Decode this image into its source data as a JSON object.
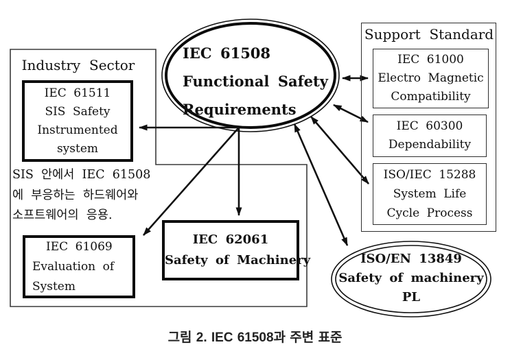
{
  "diagram": {
    "center_ellipse": {
      "lines": [
        "IEC 61508",
        "Functional Safety",
        "Requirements"
      ]
    },
    "industry_sector": {
      "title": "Industry Sector",
      "iec61511": {
        "lines": [
          "IEC 61511",
          "SIS Safety",
          "Instrumented",
          "system"
        ]
      },
      "korean_note": {
        "lines": [
          "SIS 안에서 IEC 61508",
          "에 부응하는 하드웨어와",
          "소프트웨어의 응용."
        ]
      },
      "iec61069": {
        "lines": [
          "IEC 61069",
          "Evaluation of",
          "System"
        ]
      },
      "iec62061": {
        "lines": [
          "IEC 62061",
          "Safety of Machinery"
        ]
      }
    },
    "support_standard": {
      "title": "Support Standard",
      "iec61000": {
        "lines": [
          "IEC 61000",
          "Electro Magnetic",
          "Compatibility"
        ]
      },
      "iec60300": {
        "lines": [
          "IEC 60300",
          "Dependability"
        ]
      },
      "iso15288": {
        "lines": [
          "ISO/IEC 15288",
          "System Life",
          "Cycle Process"
        ]
      }
    },
    "iso13849_ellipse": {
      "lines": [
        "ISO/EN 13849",
        "Safety of machinery",
        "PL"
      ]
    },
    "caption": "그림 2. IEC 61508과 주변 표준",
    "colors": {
      "line": "#101010",
      "thin_border": "#2e2e2e",
      "caption": "#222222",
      "background": "#ffffff"
    }
  }
}
